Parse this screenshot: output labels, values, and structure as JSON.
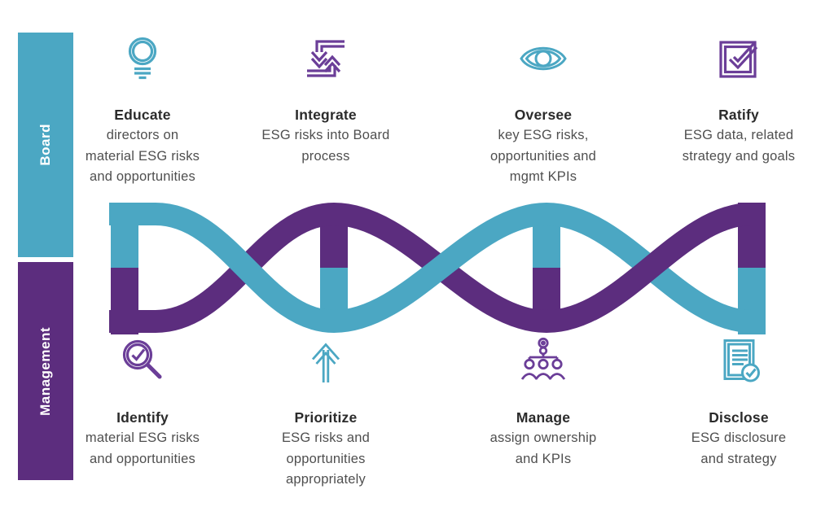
{
  "palette": {
    "teal": "#4BA7C3",
    "purple": "#5C2D7E",
    "icon_purple": "#6B3E98",
    "title_color": "#2b2b2b",
    "body_color": "#4f4f4f",
    "background": "#ffffff"
  },
  "sidebar": {
    "board_label": "Board",
    "management_label": "Management"
  },
  "board_steps": [
    {
      "title": "Educate",
      "icon": "lightbulb-icon",
      "color": "teal",
      "desc_lines": [
        "directors on",
        "material ESG risks",
        "and opportunities"
      ]
    },
    {
      "title": "Integrate",
      "icon": "cycle-arrows-icon",
      "color": "purple",
      "desc_lines": [
        "ESG risks into Board",
        "process"
      ]
    },
    {
      "title": "Oversee",
      "icon": "eye-icon",
      "color": "teal",
      "desc_lines": [
        "key ESG risks,",
        "opportunities and",
        "mgmt KPIs"
      ]
    },
    {
      "title": "Ratify",
      "icon": "checkbox-check-icon",
      "color": "purple",
      "desc_lines": [
        "ESG data, related",
        "strategy and goals"
      ]
    }
  ],
  "management_steps": [
    {
      "title": "Identify",
      "icon": "magnifier-check-icon",
      "color": "purple",
      "desc_lines": [
        "material ESG risks",
        "and opportunities"
      ]
    },
    {
      "title": "Prioritize",
      "icon": "up-arrow-icon",
      "color": "teal",
      "desc_lines": [
        "ESG risks and",
        "opportunities",
        "appropriately"
      ]
    },
    {
      "title": "Manage",
      "icon": "org-chart-icon",
      "color": "purple",
      "desc_lines": [
        "assign ownership",
        "and KPIs"
      ]
    },
    {
      "title": "Disclose",
      "icon": "document-check-icon",
      "color": "teal",
      "desc_lines": [
        "ESG disclosure",
        "and strategy"
      ]
    }
  ]
}
